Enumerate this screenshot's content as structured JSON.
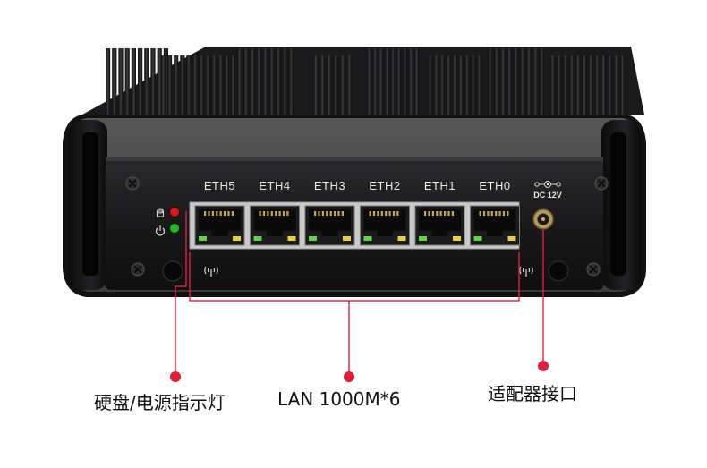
{
  "ports": [
    "ETH5",
    "ETH4",
    "ETH3",
    "ETH2",
    "ETH1",
    "ETH0"
  ],
  "dc_label": "DC 12V",
  "callouts": {
    "led": "硬盘/电源指示灯",
    "lan": "LAN 1000M*6",
    "dc": "适配器接口"
  },
  "colors": {
    "callout_line": "#e0203a",
    "body": "#1c1c1e",
    "led_red": "#d21a1a",
    "led_green": "#25b825",
    "port_led_green": "#5fd34a",
    "port_led_yellow": "#e8d23a"
  },
  "icons": [
    "hdd-icon",
    "power-icon",
    "wifi-antenna-icon",
    "screw-icon",
    "dc-polarity-icon"
  ]
}
